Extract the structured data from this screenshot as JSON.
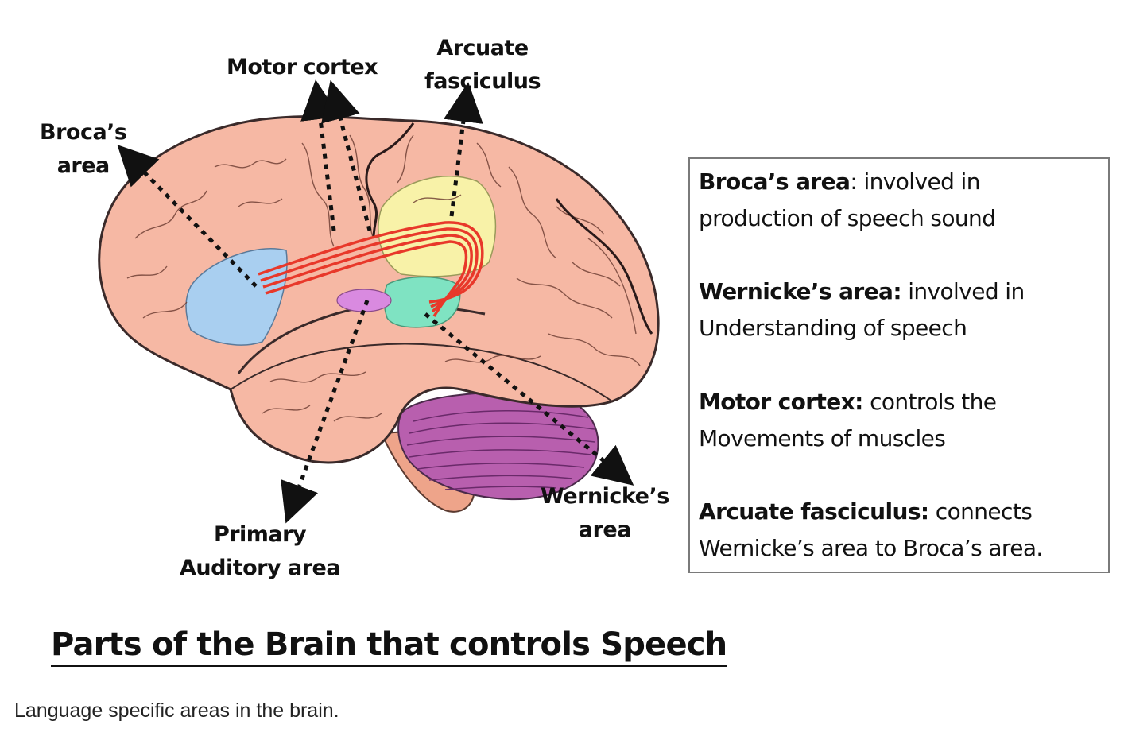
{
  "labels": {
    "motor_cortex": "Motor cortex",
    "arcuate_line1": "Arcuate",
    "arcuate_line2": "fasciculus",
    "broca_line1": "Broca’s",
    "broca_line2": "area",
    "primary_line1": "Primary",
    "primary_line2": "Auditory area",
    "wernicke_line1": "Wernicke’s",
    "wernicke_line2": "area"
  },
  "legend": {
    "broca_term": "Broca’s area",
    "broca_desc_1": ": involved in",
    "broca_desc_2": "production of speech sound",
    "wernicke_term": "Wernicke’s area:",
    "wernicke_desc_1": " involved in",
    "wernicke_desc_2": "Understanding of speech",
    "motor_term": "Motor cortex:",
    "motor_desc_1": " controls the",
    "motor_desc_2": "Movements of muscles",
    "arcuate_term": "Arcuate fasciculus:",
    "arcuate_desc_1": " connects",
    "arcuate_desc_2": "Wernicke’s area to Broca’s area."
  },
  "title": "Parts of the Brain that controls Speech",
  "caption": "Language specific areas in the brain.",
  "colors": {
    "brain": "#f6b8a4",
    "brain_outline": "#3a2a2a",
    "broca_region": "#a9cff0",
    "wernicke_region": "#7fe3c2",
    "auditory_region": "#d98ae0",
    "motor_region": "#f8f2a8",
    "cerebellum": "#b85fae",
    "brainstem": "#eea48a",
    "fasciculus": "#e8382a"
  }
}
